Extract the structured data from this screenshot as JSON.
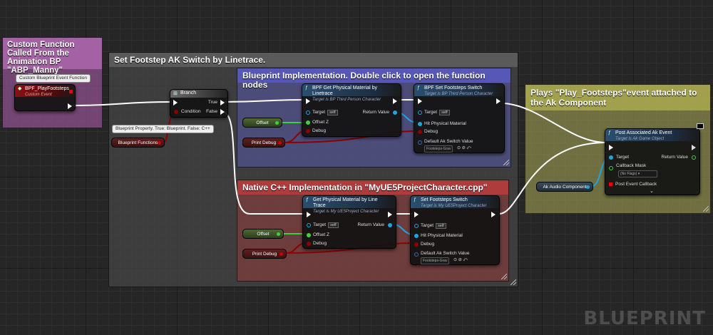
{
  "comments": {
    "custom_fn": "Custom Function Called From the Animation BP \"ABP_Manny\"",
    "set_footstep": "Set Footstep AK Switch  by Linetrace.",
    "bp_impl": "Blueprint Implementation. Double click to open the function nodes",
    "native_impl": "Native C++ Implementation in \"MyUE5ProjectCharacter.cpp\"",
    "plays": "Plays \"Play_Footsteps\"event attached to the Ak Component"
  },
  "custom_event": {
    "tooltip": "Custom Blueprint Event Function",
    "title": "BPF_PlayFootsteps",
    "subtitle": "Custom Event"
  },
  "branch": {
    "title": "Branch",
    "condition": "Condition",
    "true_label": "True",
    "false_label": "False"
  },
  "bp_property_note": "Blueprint Property. True: Blueprint. False: C++",
  "blueprint_functions": "Blueprint Functions",
  "bpf_get": {
    "title": "BPF Get Physical Material by Linetrace",
    "subtitle": "Target is BP Third Person Character",
    "target": "Target",
    "self": "self",
    "offset_z": "Offset Z",
    "debug": "Debug",
    "return_value": "Return Value"
  },
  "bpf_set": {
    "title": "BPF Set Footsteps Switch",
    "subtitle": "Target is BP Third Person Character",
    "target": "Target",
    "self": "self",
    "hit_material": "Hit Physical Material",
    "debug": "Debug",
    "default_switch": "Default Ak Switch Value",
    "switch_value": "Footsteps-Grav"
  },
  "cpp_get": {
    "title": "Get Physical Material by Line Trace",
    "subtitle": "Target is My UE5Project Character",
    "target": "Target",
    "self": "self",
    "offset_z": "Offset Z",
    "debug": "Debug",
    "return_value": "Return Value"
  },
  "cpp_set": {
    "title": "Set Footsteps Switch",
    "subtitle": "Target is My UE5Project Character",
    "target": "Target",
    "self": "self",
    "hit_material": "Hit Physical Material",
    "debug": "Debug",
    "default_switch": "Default Ak Switch Value",
    "switch_value": "Footsteps-Grav"
  },
  "post_event": {
    "title": "Post Associated Ak Event",
    "subtitle": "Target is Ak Game Object",
    "target": "Target",
    "return_value": "Return Value",
    "callback_mask": "Callback Mask",
    "no_flags": "(No Flags)",
    "callback": "Post Event Callback"
  },
  "vars": {
    "offset": "Offset",
    "print_debug": "Print Debug",
    "ak_audio": "Ak Audio Component"
  },
  "watermark": "BLUEPRINT",
  "colors": {
    "exec": "#ffffff",
    "bool": "#8c0000",
    "float": "#3fd13c",
    "object": "#1fa4e0",
    "struct": "#2b6fb6"
  }
}
